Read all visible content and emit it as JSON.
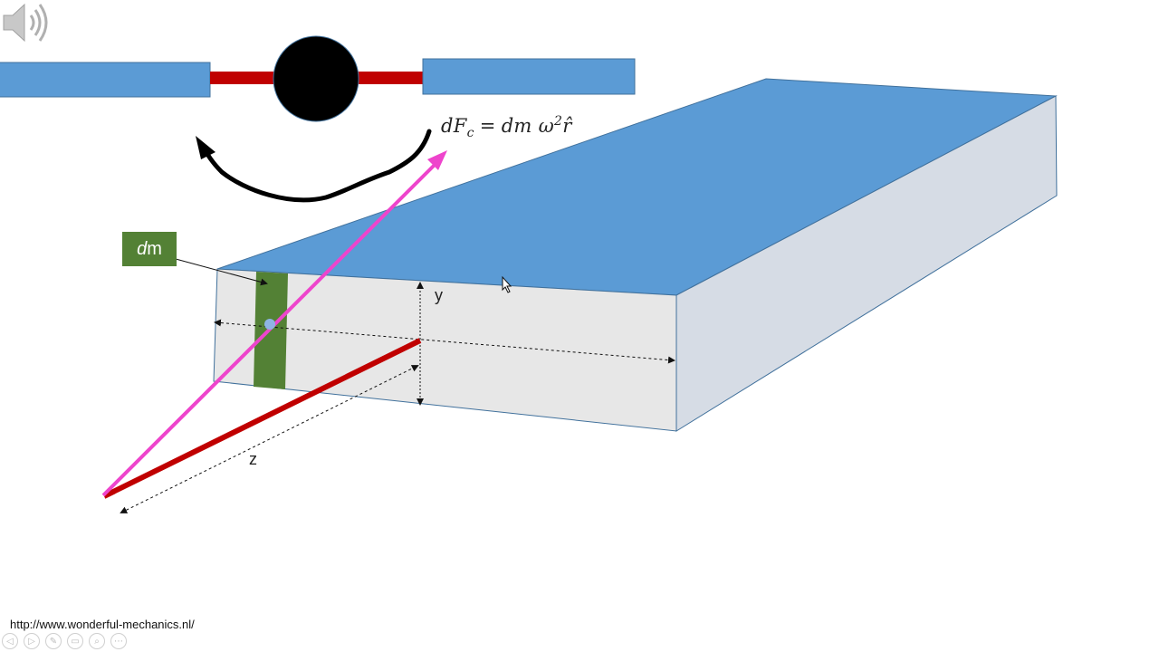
{
  "formula": {
    "lhs_d": "dF",
    "lhs_sub": "c",
    "equals": "=",
    "rhs_dm": "dm ω",
    "rhs_sup": "2",
    "rhs_r": "r̂"
  },
  "labels": {
    "dm_label_italic": "d",
    "dm_label_rest": "m",
    "y_axis": "y",
    "z_axis": "z"
  },
  "footer": {
    "url": "http://www.wonderful-mechanics.nl/"
  },
  "toolbar": {
    "buttons": [
      "◁",
      "▷",
      "✎",
      "▭",
      "⌕",
      "⋯"
    ]
  },
  "icons": {
    "speaker": "speaker-icon",
    "rotation_arrow": "rotation-arrow-icon"
  },
  "colors": {
    "blue": "#5b9bd5",
    "red": "#c00000",
    "magenta": "#ee44cc",
    "green": "#538135",
    "front_face": "#e7e7e7",
    "side_face": "#d6dce5"
  }
}
